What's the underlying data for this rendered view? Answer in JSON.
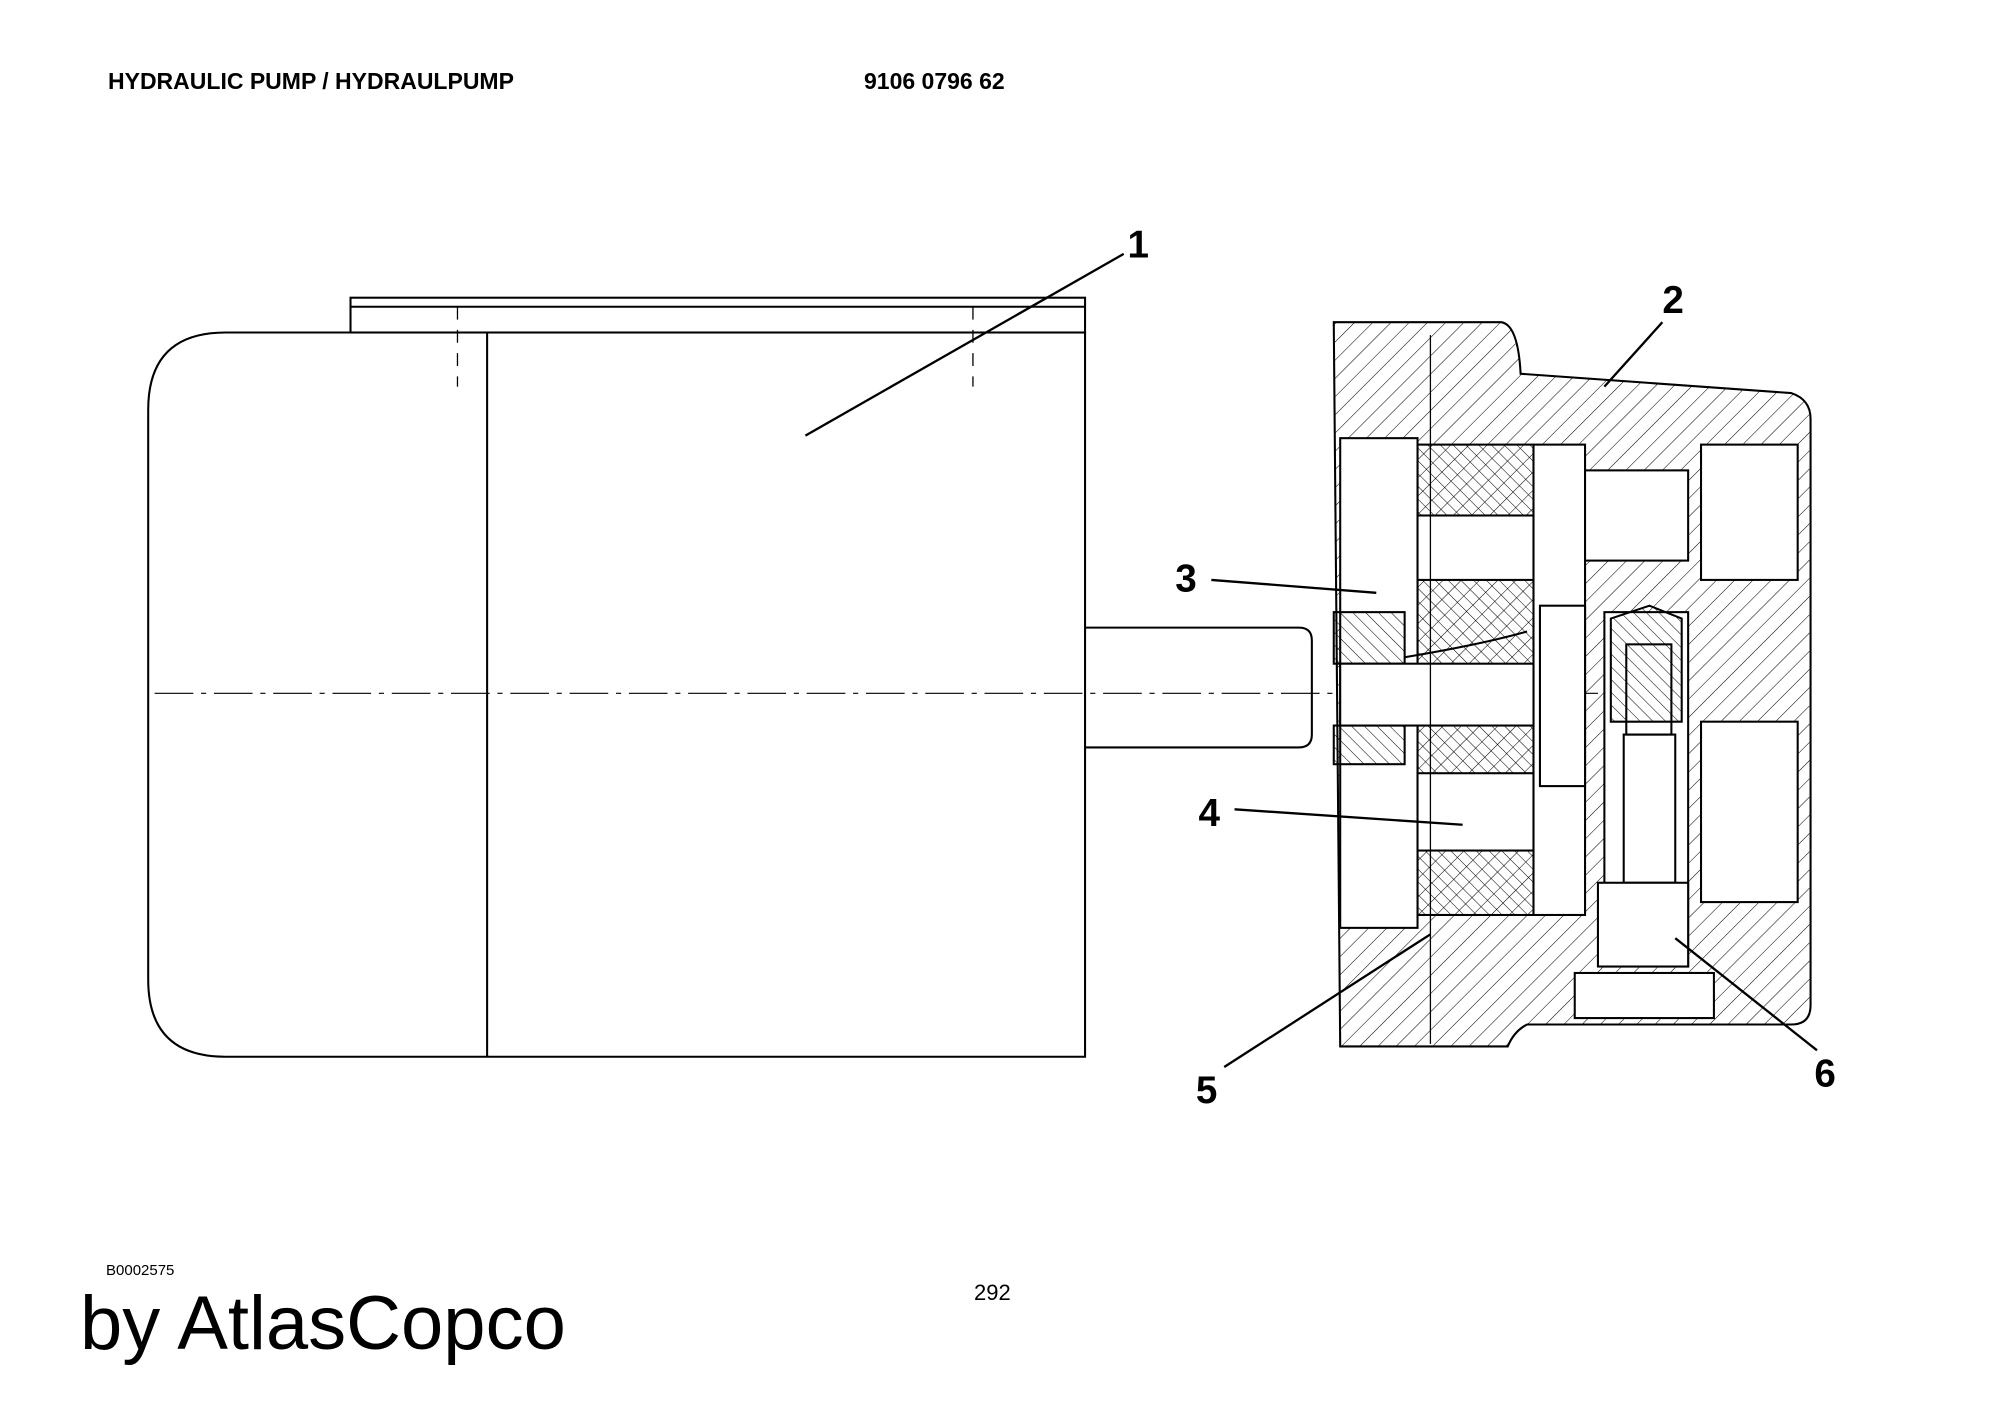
{
  "header": {
    "title": "HYDRAULIC PUMP / HYDRAULPUMP",
    "part_number": "9106 0796 62"
  },
  "diagram": {
    "callouts": [
      "1",
      "2",
      "3",
      "4",
      "5",
      "6"
    ]
  },
  "footer": {
    "drawing_id": "B0002575",
    "page_number": "292",
    "brand": "by AtlasCopco"
  }
}
